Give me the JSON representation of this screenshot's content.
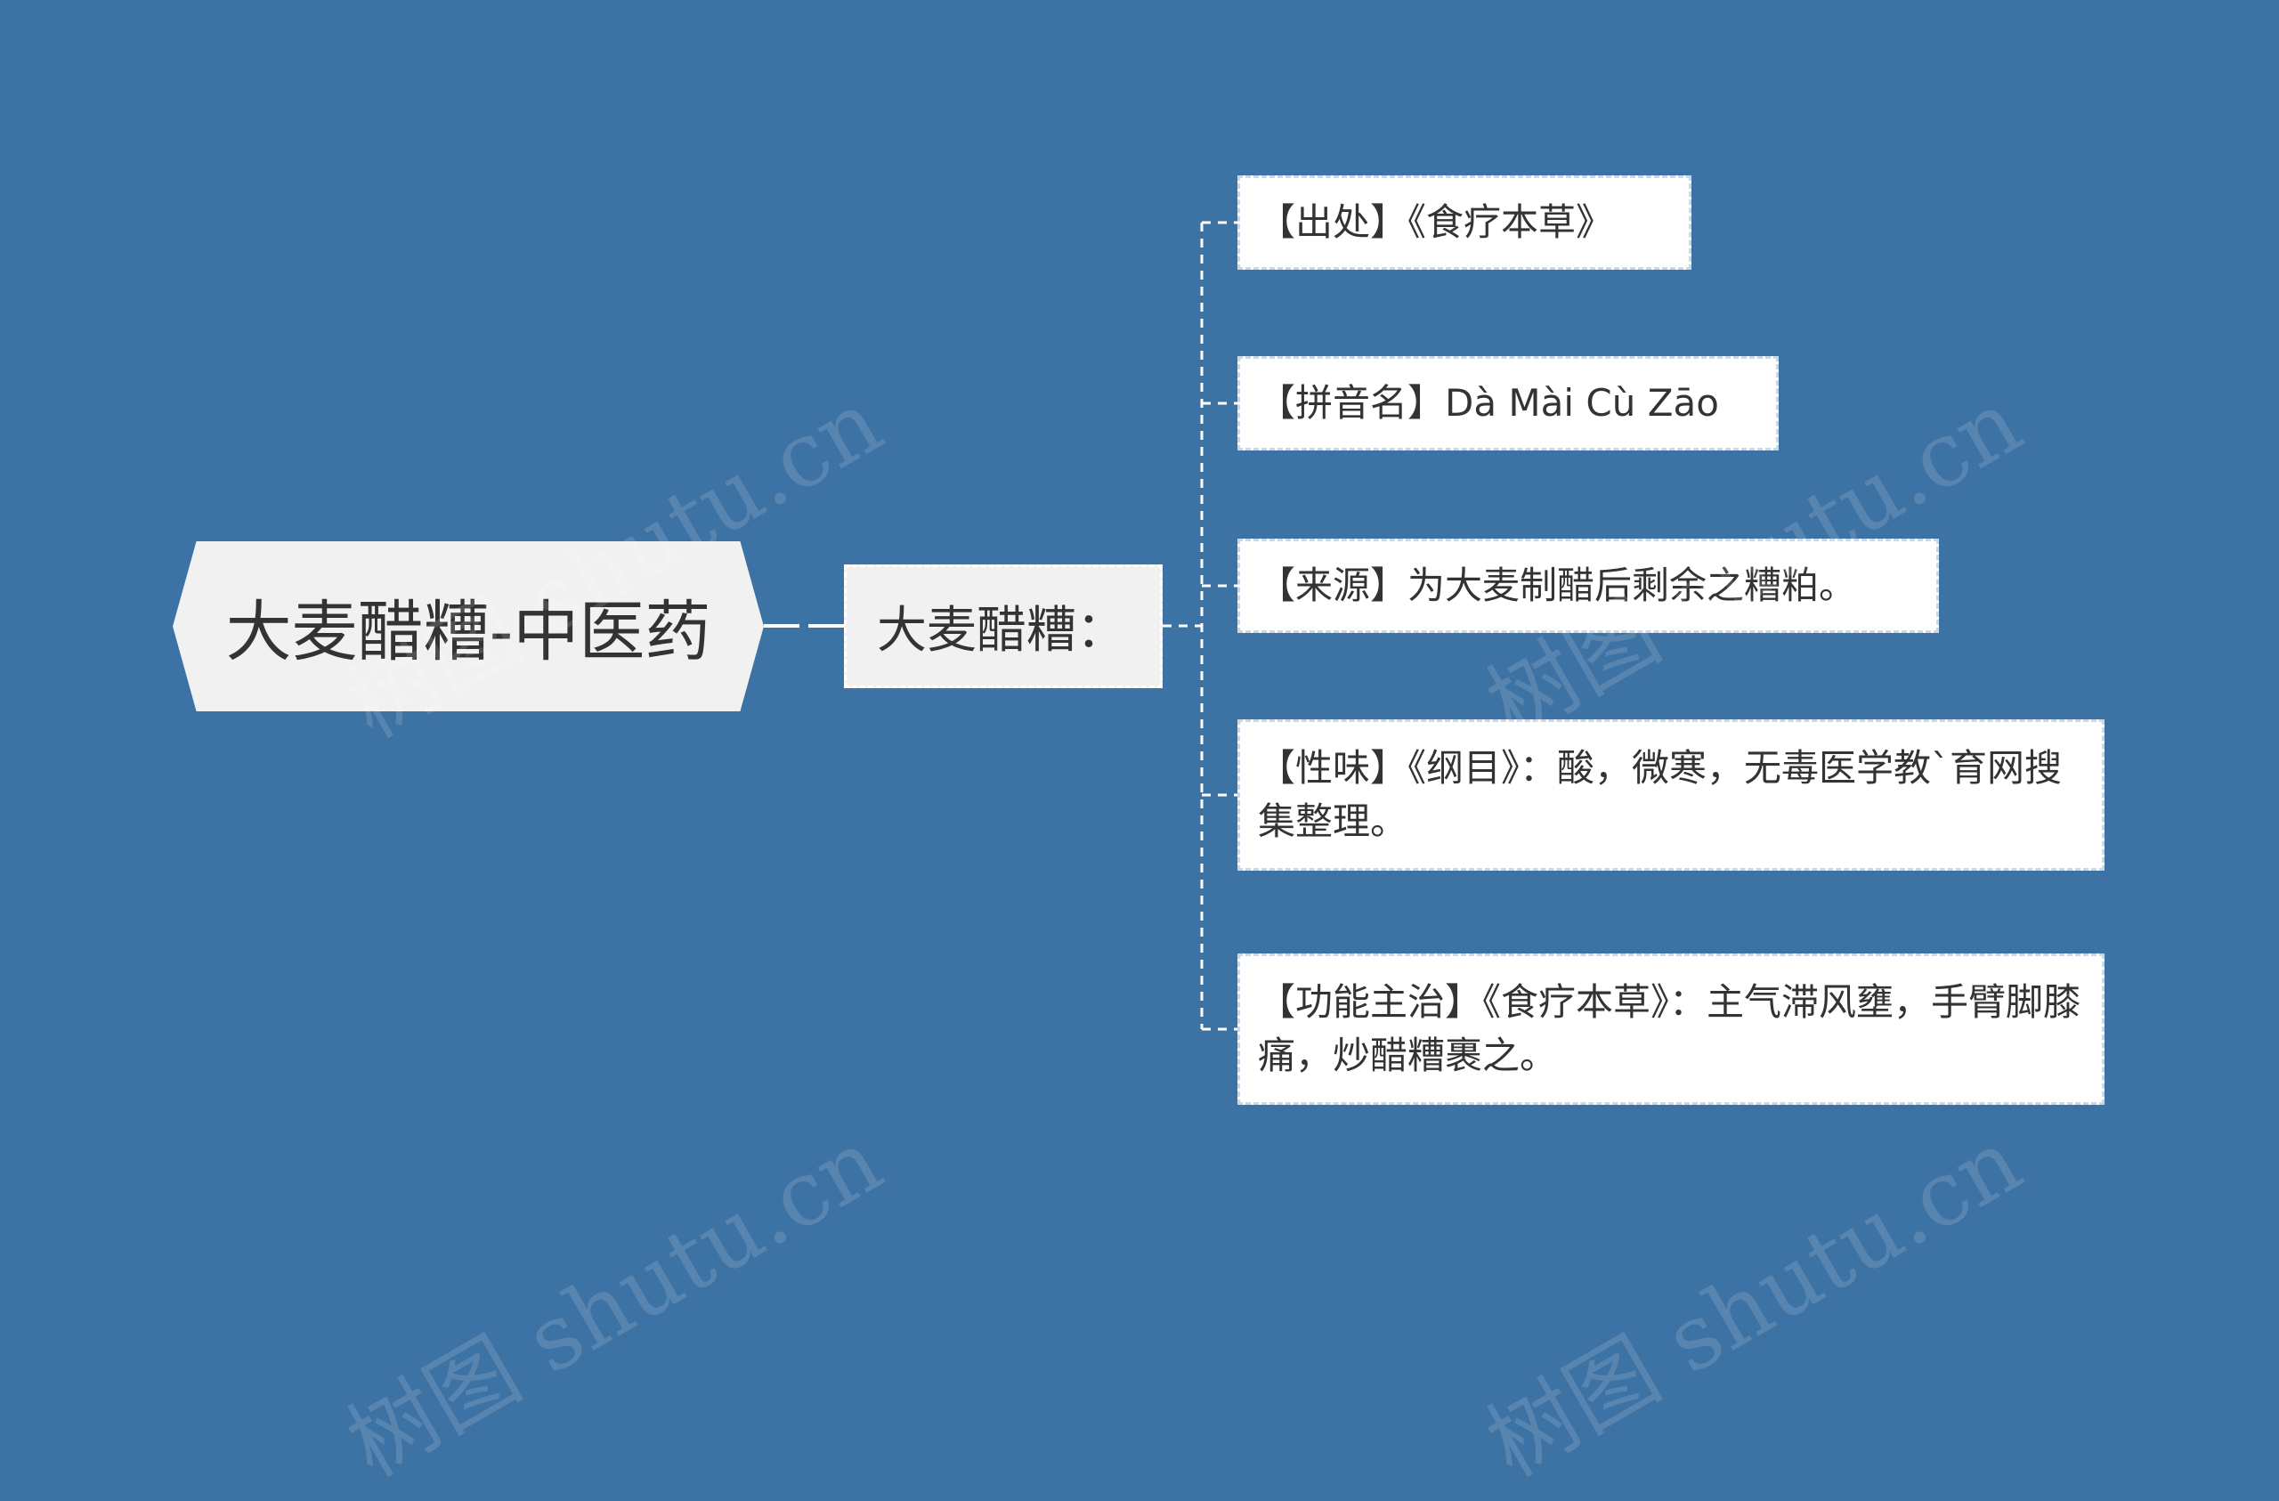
{
  "root": {
    "label": "大麦醋糟-中医药"
  },
  "middle": {
    "label": "大麦醋糟："
  },
  "leaves": [
    {
      "label": "【出处】《食疗本草》"
    },
    {
      "label": "【拼音名】Dà Mài Cù Zāo"
    },
    {
      "label": "【来源】为大麦制醋后剩余之糟粕。"
    },
    {
      "label": "【性味】《纲目》：酸，微寒，无毒医学教`育网搜集整理。"
    },
    {
      "label": "【功能主治】《食疗本草》：主气滞风壅，手臂脚膝痛，炒醋糟裹之。"
    }
  ],
  "watermark": {
    "text": "树图 shutu.cn"
  },
  "colors": {
    "background": "#3d72a4",
    "node_fill": "#f1f1f1",
    "leaf_fill": "#ffffff",
    "connector": "#ffffff",
    "text": "#333333"
  }
}
